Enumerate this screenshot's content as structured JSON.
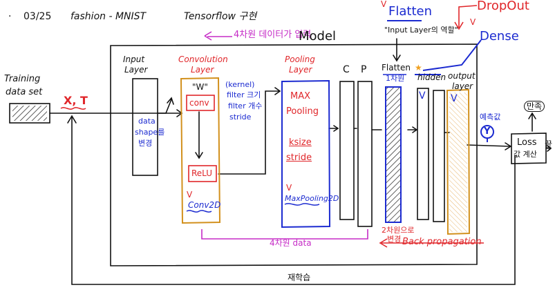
{
  "header": {
    "bullet": "·",
    "date": "03/25",
    "topic": "fashion - MNIST",
    "framework": "Tensorflow 구현"
  },
  "model_title": "Model",
  "notes": {
    "input_4d": "4차원 데이터가 입력",
    "flatten_title": "Flatten",
    "flatten_note": "\"Input Layer의 역할\"",
    "dropout": "DropOut",
    "dense": "Dense",
    "check1": "V",
    "check2": "V"
  },
  "training": {
    "label_line1": "Training",
    "label_line2": "data set",
    "xt": "X, T"
  },
  "input_layer": {
    "title_line1": "Input",
    "title_line2": "Layer",
    "note_line1": "data",
    "note_line2": "shape를",
    "note_line3": "변경"
  },
  "conv_layer": {
    "title_line1": "Convolution",
    "title_line2": "Layer",
    "w": "\"W\"",
    "conv": "conv",
    "kernel": "(kernel)",
    "filter_size": "filter 크기",
    "filter_count": "filter 개수",
    "stride": "stride",
    "relu": "ReLU",
    "check": "V",
    "api": "Conv2D"
  },
  "pooling_layer": {
    "title_line1": "Pooling",
    "title_line2": "Layer",
    "max": "MAX",
    "pooling": "Pooling",
    "ksize": "ksize",
    "stride": "stride",
    "check": "V",
    "api": "MaxPooling2D"
  },
  "cp_labels": {
    "c": "C",
    "p": "P"
  },
  "flatten_layer": {
    "title": "Flatten",
    "sub": "1차원",
    "note_line1": "2차원으로",
    "note_line2": "변경"
  },
  "hidden_layer": {
    "title": "hidden",
    "check": "V",
    "star": "★"
  },
  "output_layer": {
    "title_line1": "output",
    "title_line2": "layer",
    "check": "V"
  },
  "prediction": {
    "label": "예측값",
    "symbol": "Y"
  },
  "loss": {
    "title": "Loss",
    "sub": "값 계산"
  },
  "end": {
    "satisfied": "만족",
    "finish": "끝"
  },
  "footer": {
    "dims4": "4차원 data",
    "backprop": "Back propagation",
    "retrain": "재학습"
  }
}
